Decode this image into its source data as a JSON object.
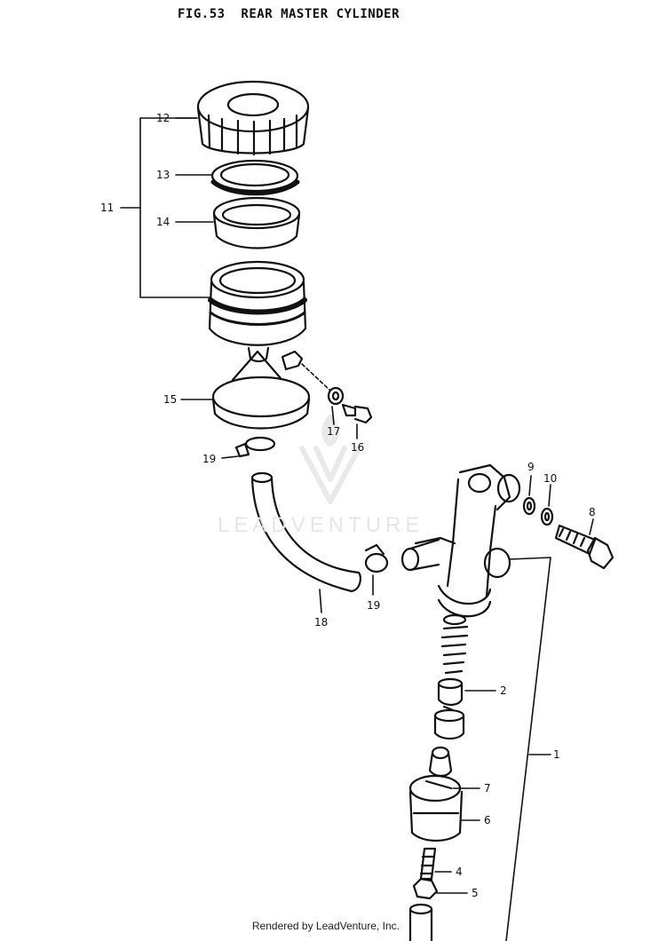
{
  "title": "FIG.53  REAR MASTER CYLINDER",
  "watermark": "LEADVENTURE",
  "footer": "Rendered by LeadVenture, Inc.",
  "callouts": {
    "c1": "1",
    "c2": "2",
    "c4": "4",
    "c5": "5",
    "c6": "6",
    "c7": "7",
    "c8": "8",
    "c9": "9",
    "c10": "10",
    "c11": "11",
    "c12": "12",
    "c13": "13",
    "c14": "14",
    "c15": "15",
    "c16": "16",
    "c17": "17",
    "c18": "18",
    "c19a": "19",
    "c19b": "19"
  },
  "colors": {
    "ink": "#111111",
    "watermark": "#e6e6e6"
  }
}
